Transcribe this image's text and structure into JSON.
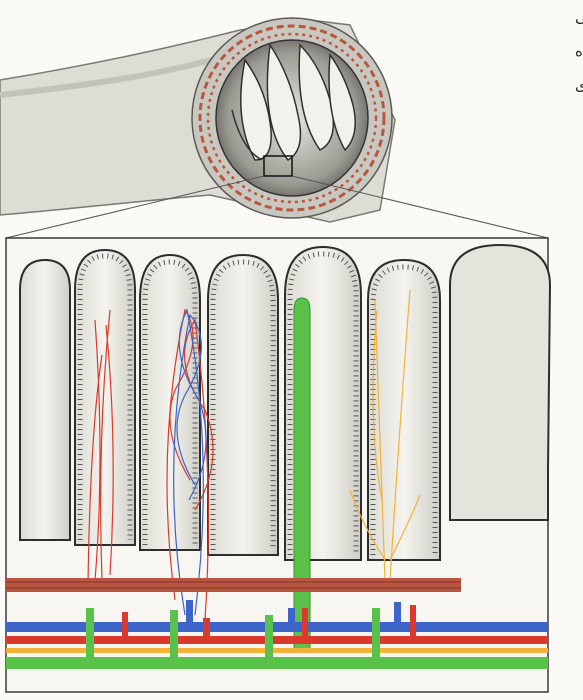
{
  "labels": {
    "longitudinal_muscles": "ماهیچه‌های طولی",
    "intestinal_folds": "چین‌خوردگیهای روده",
    "circular_muscles": "ماهیچه‌های حلقوی"
  },
  "colors": {
    "artery": "#d93a2b",
    "vein": "#3d64c9",
    "lacteal": "#59c24a",
    "nerve": "#f2b23a",
    "muscle": "#b8563f",
    "tissue": "#e9e8e0",
    "epithelium": "#3b3b3b"
  }
}
